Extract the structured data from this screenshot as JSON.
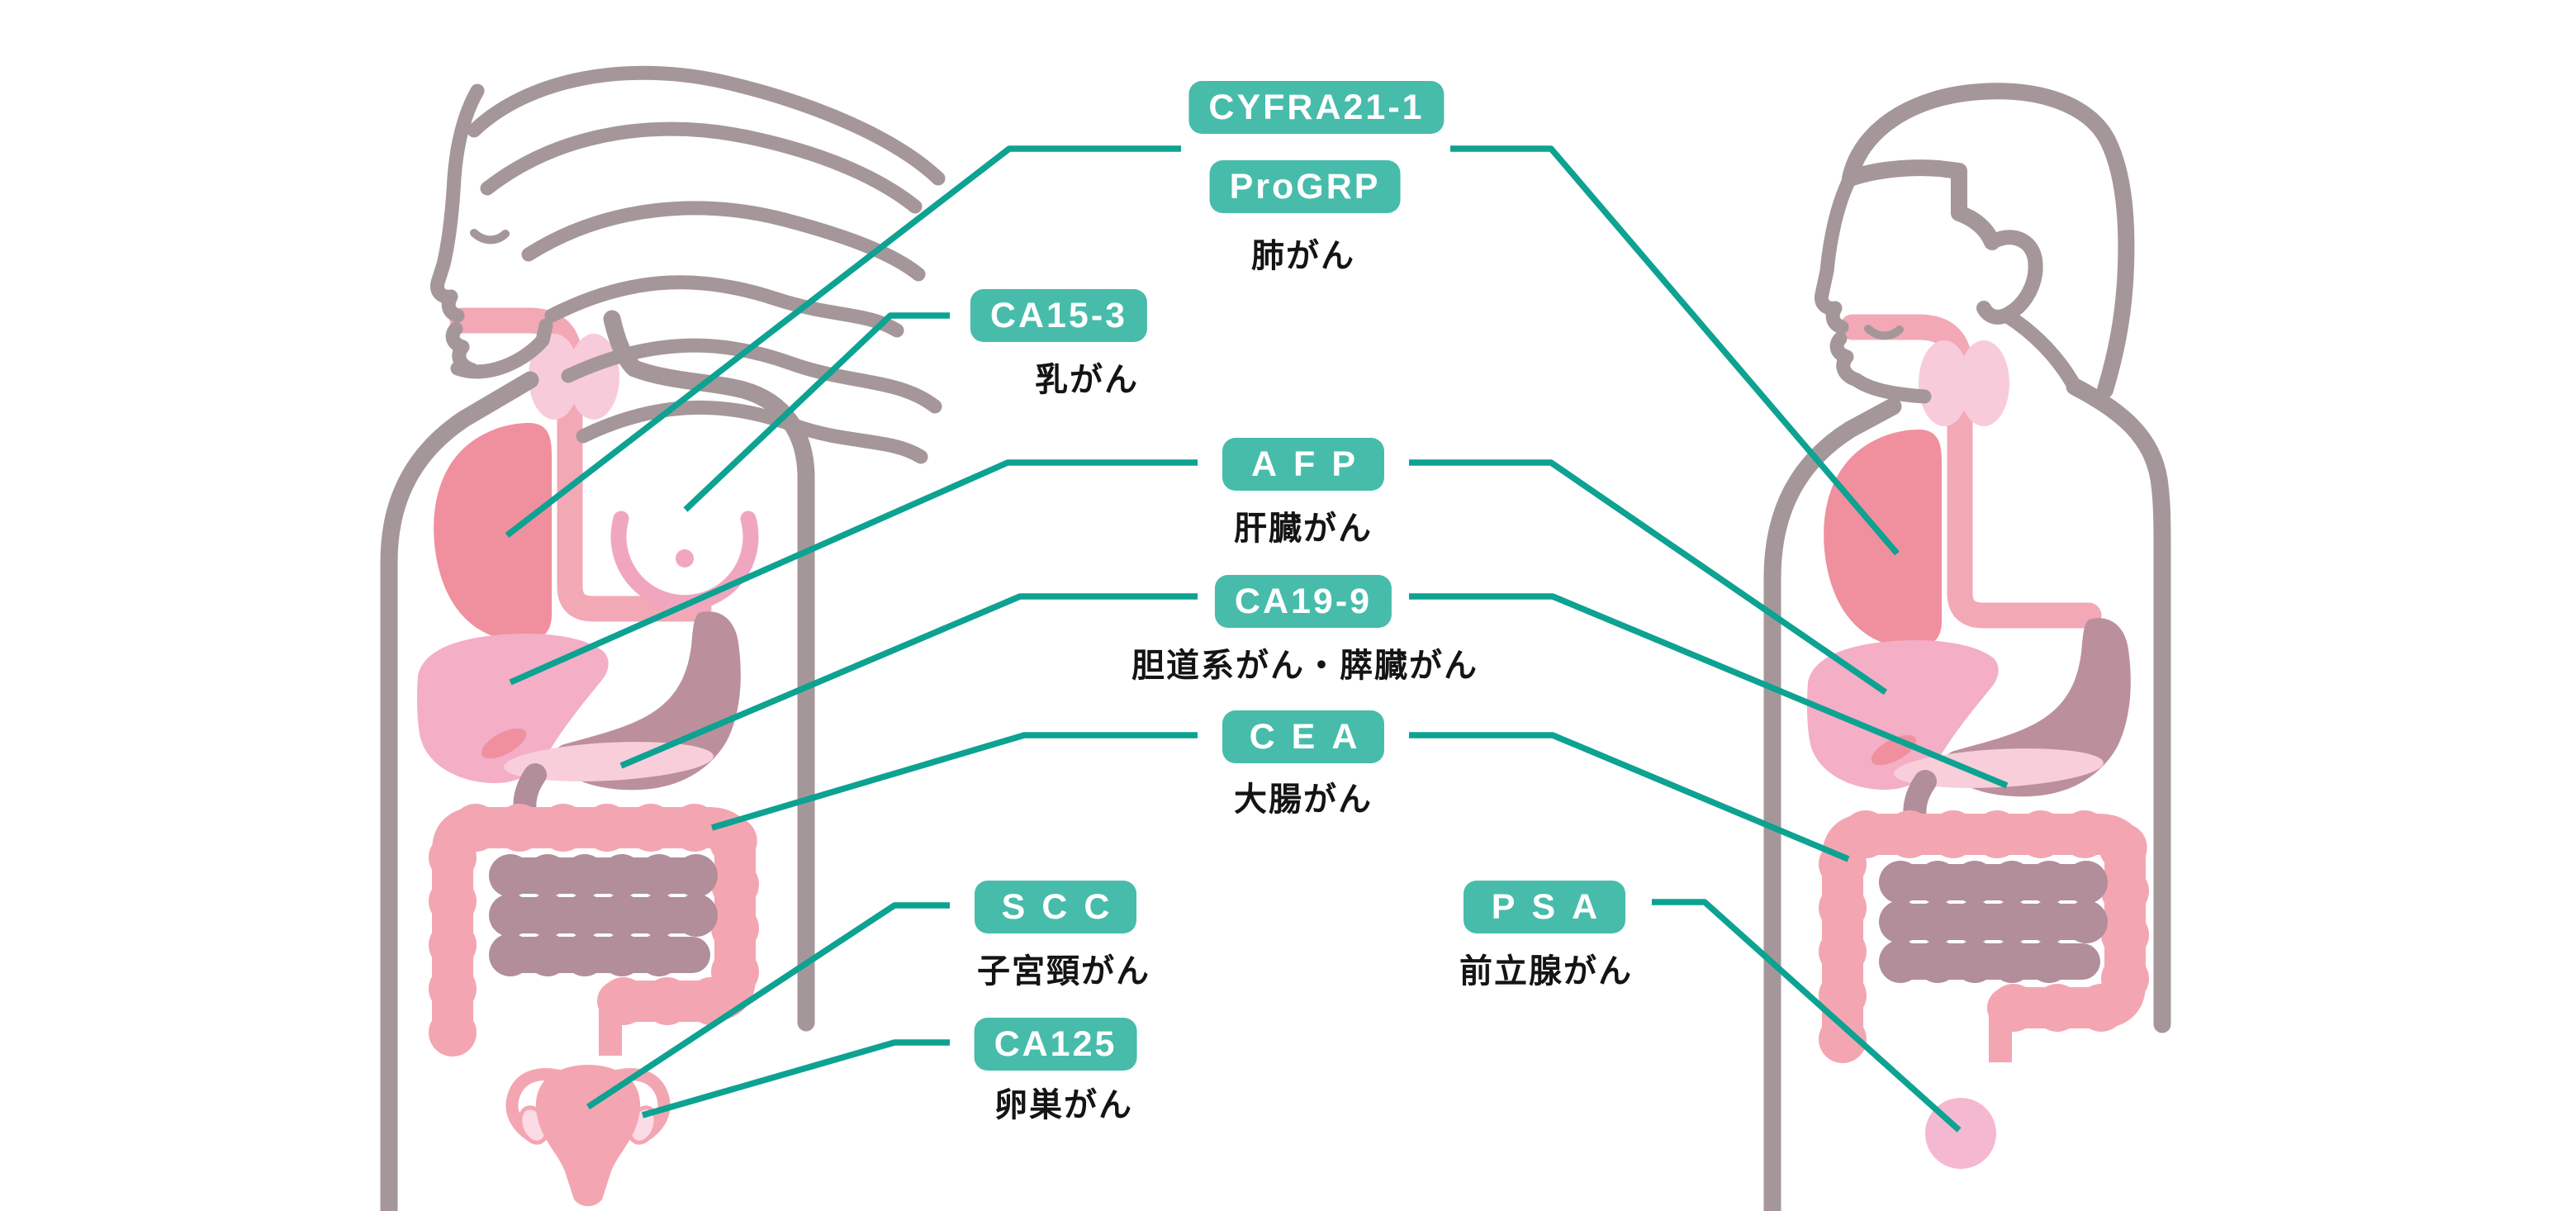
{
  "diagram": {
    "subject": "tumor markers and related cancers",
    "figures": {
      "left": "female-body",
      "right": "male-body"
    },
    "colors": {
      "badge_teal": "#47bcab",
      "connector_teal": "#0da291",
      "badge_text": "#ffffff",
      "caption_text": "#141414",
      "body_outline": "#a59799",
      "lung_pink": "#f0909e",
      "trachea_pink": "#f3a8b6",
      "thyroid_pink": "#f8cbda",
      "breast_pink": "#f1a6c0",
      "liver_pink": "#f4aec6",
      "stomach_mauve": "#bb909c",
      "pancreas_pink": "#f8cedb",
      "large_intestine_pink": "#f3a6b2",
      "small_intestine_mauve": "#b18e99",
      "uterus_pink": "#f3a6b2",
      "ovary_pink": "#fbdbe6",
      "prostate_pink": "#f4b8d0"
    },
    "marker_groups": [
      {
        "id": "lung",
        "badges": [
          "CYFRA21-1",
          "ProGRP"
        ],
        "cancer": "肺がん"
      },
      {
        "id": "breast",
        "badges": [
          "CA15-3"
        ],
        "cancer": "乳がん"
      },
      {
        "id": "liver",
        "badges": [
          "AFP"
        ],
        "cancer": "肝臓がん"
      },
      {
        "id": "biliary-pancreas",
        "badges": [
          "CA19-9"
        ],
        "cancer": "胆道系がん・膵臓がん"
      },
      {
        "id": "colon",
        "badges": [
          "CEA"
        ],
        "cancer": "大腸がん"
      },
      {
        "id": "cervix",
        "badges": [
          "SCC"
        ],
        "cancer": "子宮頸がん"
      },
      {
        "id": "ovary",
        "badges": [
          "CA125"
        ],
        "cancer": "卵巣がん"
      },
      {
        "id": "prostate",
        "badges": [
          "PSA"
        ],
        "cancer": "前立腺がん"
      }
    ]
  }
}
